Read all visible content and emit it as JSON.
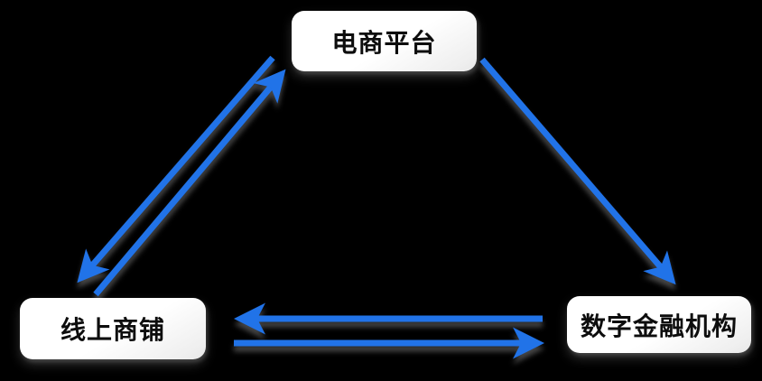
{
  "diagram": {
    "nodes": {
      "platform": {
        "label": "电商平台"
      },
      "shop": {
        "label": "线上商铺"
      },
      "finance": {
        "label": "数字金融机构"
      }
    },
    "edges": [
      {
        "id": "platform-to-shop",
        "from": "电商平台",
        "to": "线上商铺",
        "direction": "down-left"
      },
      {
        "id": "shop-to-platform",
        "from": "线上商铺",
        "to": "电商平台",
        "direction": "up-right"
      },
      {
        "id": "platform-to-finance",
        "from": "电商平台",
        "to": "数字金融机构",
        "direction": "down-right"
      },
      {
        "id": "finance-to-shop",
        "from": "数字金融机构",
        "to": "线上商铺",
        "direction": "left"
      },
      {
        "id": "shop-to-finance",
        "from": "线上商铺",
        "to": "数字金融机构",
        "direction": "right"
      }
    ],
    "colors": {
      "arrow": "#2173e8",
      "node_background": "#ffffff",
      "node_text": "#0d0d0d",
      "canvas_background": "#000000"
    }
  }
}
